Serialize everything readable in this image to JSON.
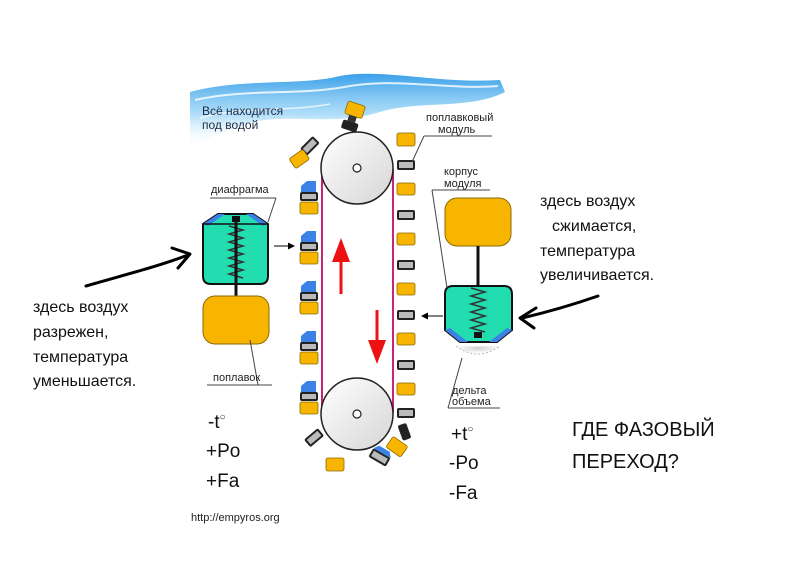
{
  "water_note": {
    "line1": "Всё находится",
    "line2": "под водой"
  },
  "labels": {
    "float_module": {
      "line1": "поплавковый",
      "line2": "модуль"
    },
    "module_body": {
      "line1": "корпус",
      "line2": "модуля"
    },
    "diaphragm": "диафрагма",
    "float": "поплавок",
    "delta_volume": {
      "line1": "дельта",
      "line2": "объема"
    }
  },
  "left_note": {
    "line1": "здесь воздух",
    "line2": "разрежен,",
    "line3": "температура",
    "line4": "уменьшается."
  },
  "right_note": {
    "line1": "здесь воздух",
    "line2": "сжимается,",
    "line3": "температура",
    "line4": "увеличивается."
  },
  "left_symbols": {
    "temp": "-t",
    "temp_mark": "○",
    "pressure": "+Po",
    "force": "+Fa"
  },
  "right_symbols": {
    "temp": "+t",
    "temp_mark": "○",
    "pressure": "-Po",
    "force": "-Fa"
  },
  "question": {
    "line1": "ГДЕ ФАЗОВЫЙ",
    "line2": "ПЕРЕХОД?"
  },
  "source": "http://empyros.org",
  "colors": {
    "float_yellow": "#F7B500",
    "chamber_green": "#22DDB0",
    "belt_magenta": "#CC2277",
    "arrow_red": "#EE1111",
    "water_blue": "#4FB4EE"
  }
}
